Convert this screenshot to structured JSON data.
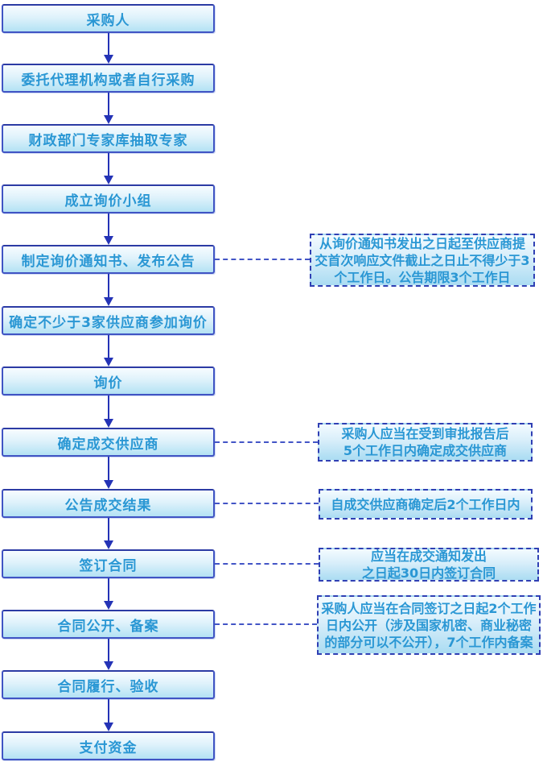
{
  "diagram": {
    "title": "inquiry-procurement-process-flowchart",
    "flow_steps": [
      {
        "label": "采购人"
      },
      {
        "label": "委托代理机构或者自行采购"
      },
      {
        "label": "财政部门专家库抽取专家"
      },
      {
        "label": "成立询价小组"
      },
      {
        "label": "制定询价通知书、发布公告"
      },
      {
        "label": "确定不少于3家供应商参加询价"
      },
      {
        "label": "询价"
      },
      {
        "label": "确定成交供应商"
      },
      {
        "label": "公告成交结果"
      },
      {
        "label": "签订合同"
      },
      {
        "label": "合同公开、备案"
      },
      {
        "label": "合同履行、验收"
      },
      {
        "label": "支付资金"
      }
    ],
    "annotations": [
      {
        "target": "制定询价通知书、发布公告",
        "text": "从询价通知书发出之日起至供应商提交首次响应文件截止之日止不得少于3个工作日。公告期限3个工作日",
        "lines": [
          "从询价通知书发出之日起至供应商提",
          "交首次响应文件截止之日止不得少于3",
          "个工作日。公告期限3个工作日"
        ]
      },
      {
        "target": "确定成交供应商",
        "text": "采购人应当在受到审批报告后5个工作日内确定成交供应商",
        "lines": [
          "采购人应当在受到审批报告后",
          "5个工作日内确定成交供应商"
        ]
      },
      {
        "target": "公告成交结果",
        "text": "自成交供应商确定后2个工作日内",
        "lines": [
          "自成交供应商确定后2个工作日内"
        ]
      },
      {
        "target": "签订合同",
        "text": "应当在成交通知发出之日起30日内签订合同",
        "lines": [
          "应当在成交通知发出",
          "之日起30日内签订合同"
        ]
      },
      {
        "target": "合同公开、备案",
        "text": "采购人应当在合同签订之日起2个工作日内公开（涉及国家机密、商业秘密的部分可以不公开），7个工作内备案",
        "lines": [
          "采购人应当在合同签订之日起2个工作",
          "日内公开（涉及国家机密、商业秘密",
          "的部分可以不公开），7个工作内备案"
        ]
      }
    ],
    "colors": {
      "box_border": "#4054c4",
      "box_border_dark": "#2c3ba4",
      "box_text": "#2a97d4",
      "arrow": "#2433b6",
      "connector": "#4355c6",
      "note_border": "#3040b4",
      "box_fill_top": "#f7fcff",
      "box_fill_bottom": "#b3e2f4"
    }
  }
}
